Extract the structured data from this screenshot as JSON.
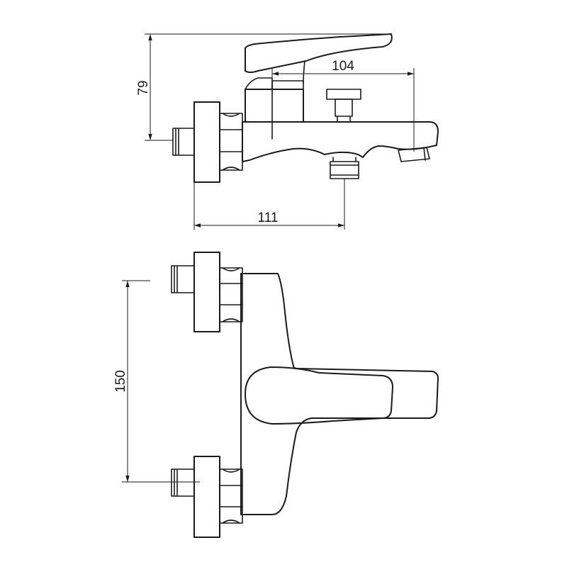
{
  "drawing": {
    "dimensions": {
      "height_79": "79",
      "reach_104": "104",
      "length_111": "111",
      "spacing_150": "150"
    }
  }
}
